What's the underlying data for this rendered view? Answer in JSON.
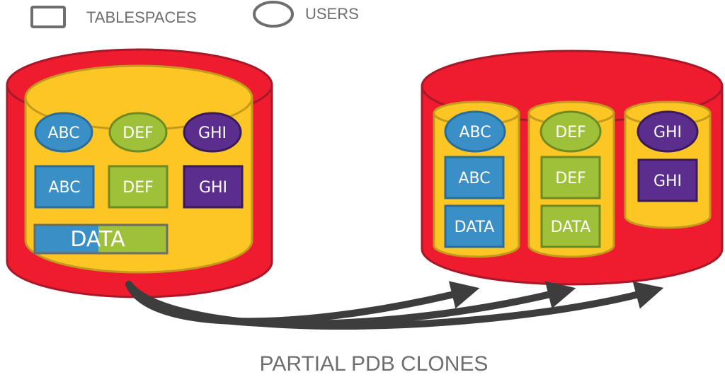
{
  "legend": {
    "tablespaces_label": "TABLESPACES",
    "users_label": "USERS"
  },
  "source_pdb": {
    "users": [
      "ABC",
      "DEF",
      "GHI"
    ],
    "tablespaces": [
      "ABC",
      "DEF",
      "GHI"
    ],
    "data_label": "DATA"
  },
  "clones": [
    {
      "user": "ABC",
      "tablespace": "ABC",
      "data_label": "DATA"
    },
    {
      "user": "DEF",
      "tablespace": "DEF",
      "data_label": "DATA"
    },
    {
      "user": "GHI",
      "tablespace": "GHI"
    }
  ],
  "caption": "PARTIAL PDB CLONES",
  "colors": {
    "container_red": "#ee1c2e",
    "container_dark_red": "#a81828",
    "pdb_yellow": "#fcc624",
    "pdb_border": "#c39a1b",
    "abc_blue": "#3a8fc7",
    "def_green": "#9fc13a",
    "ghi_purple": "#5b2d8c",
    "arrow_dark": "#3d3d3d"
  }
}
